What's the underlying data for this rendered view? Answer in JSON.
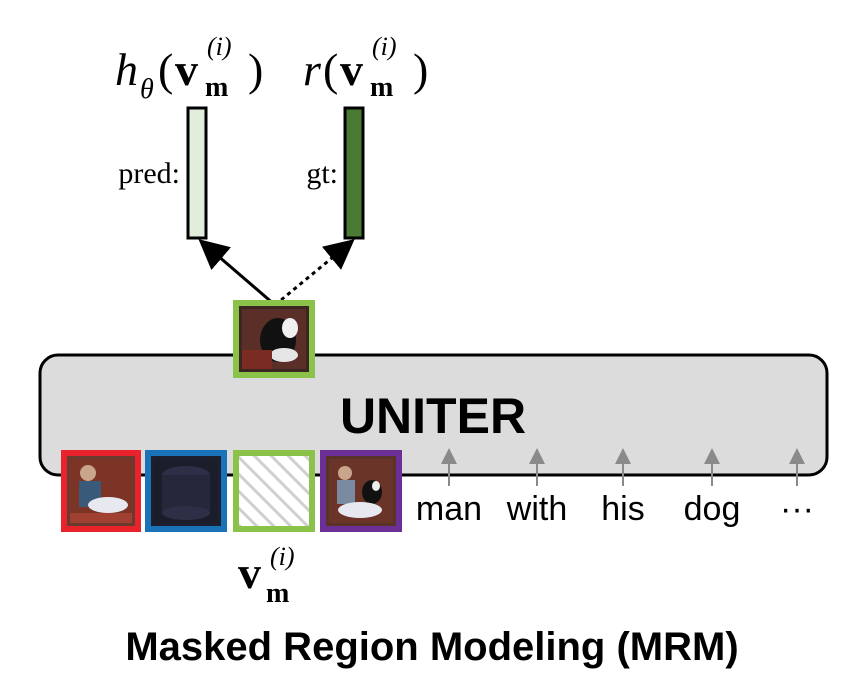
{
  "model": {
    "label": "UNITER",
    "box_fill": "#dcdcdc",
    "box_stroke": "#000000"
  },
  "title": "Masked Region Modeling (MRM)",
  "output": {
    "pred_label": "pred:",
    "gt_label": "gt:",
    "pred_formula": {
      "fn": "h",
      "sub": "θ",
      "vec": "v",
      "vec_sub": "m",
      "sup": "(i)"
    },
    "gt_formula": {
      "fn": "r",
      "vec": "v",
      "vec_sub": "m",
      "sup": "(i)"
    },
    "pred_color": "#e2eedc",
    "gt_color": "#4b7a34"
  },
  "masked_label": {
    "vec": "v",
    "vec_sub": "m",
    "sup": "(i)"
  },
  "regions": [
    {
      "name": "region-man-sitting",
      "border": "#e8232b"
    },
    {
      "name": "region-dark-object",
      "border": "#1a73b8"
    },
    {
      "name": "region-masked",
      "border": "#8bc34a",
      "masked": true
    },
    {
      "name": "region-man-with-dog",
      "border": "#6b2f96"
    }
  ],
  "tokens": [
    "man",
    "with",
    "his",
    "dog",
    "···"
  ],
  "predicted_region": {
    "name": "region-dog",
    "border": "#8bc34a"
  }
}
